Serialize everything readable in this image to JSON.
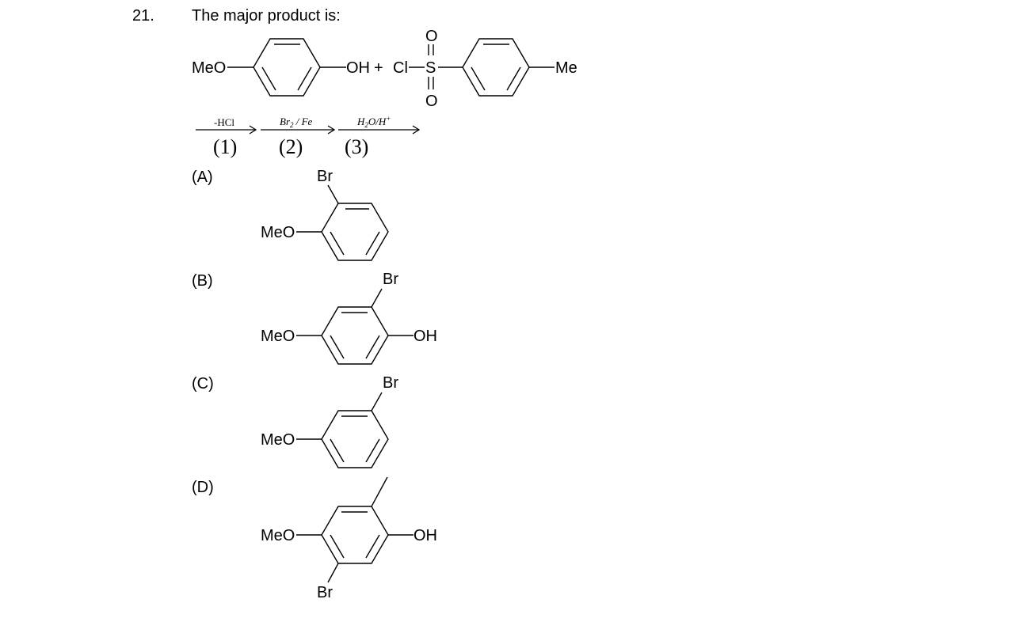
{
  "question": {
    "number": "21.",
    "text": "The major product is:"
  },
  "reactant": {
    "left_substituent": "MeO",
    "phenol_group": "OH",
    "plus": "+",
    "chlorine": "Cl",
    "sulfur": "S",
    "oxygen_top": "O",
    "oxygen_bottom": "O",
    "methyl": "Me"
  },
  "steps": [
    {
      "reagent": "-HCl",
      "step_label": "(1)"
    },
    {
      "reagent_main": "Br",
      "reagent_sub": "2",
      "reagent_rest": " / Fe",
      "step_label": "(2)"
    },
    {
      "reagent_h": "H",
      "reagent_h_sub": "2",
      "reagent_o": "O/H",
      "reagent_sup": "+",
      "step_label": "(3)"
    }
  ],
  "options": [
    {
      "label": "(A)",
      "sub_methoxy": "MeO",
      "sub_bromo": "Br"
    },
    {
      "label": "(B)",
      "sub_methoxy": "MeO",
      "sub_bromo": "Br",
      "sub_hydroxy": "OH"
    },
    {
      "label": "(C)",
      "sub_methoxy": "MeO",
      "sub_bromo": "Br"
    },
    {
      "label": "(D)",
      "sub_methoxy": "MeO",
      "sub_bromo": "Br",
      "sub_hydroxy": "OH"
    }
  ]
}
